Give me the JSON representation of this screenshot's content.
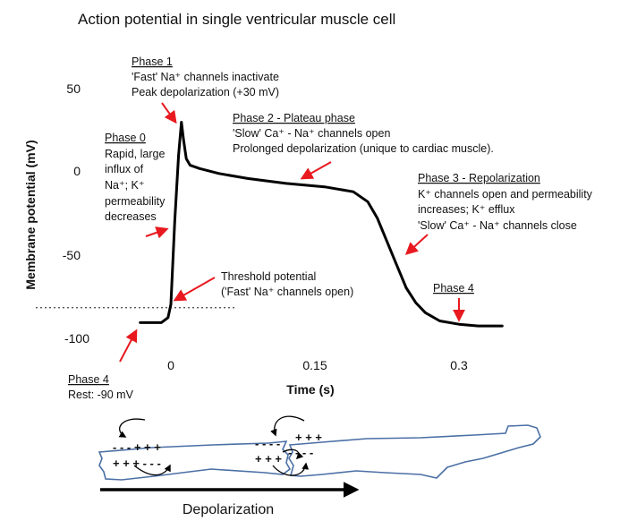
{
  "title": "Action potential in single ventricular muscle cell",
  "colors": {
    "arrow": "#e8191f",
    "curve": "#000000",
    "cell": "#4a6fa5",
    "threshold": "#555555"
  },
  "chart_data": {
    "type": "line",
    "xlabel": "Time (s)",
    "ylabel": "Membrane potential (mV)",
    "xlim": [
      -0.075,
      0.375
    ],
    "ylim": [
      -100,
      50
    ],
    "xticks": [
      "0",
      "0.15",
      "0.3"
    ],
    "yticks": [
      "50",
      "0",
      "-50",
      "-100"
    ],
    "threshold_mv": -82,
    "x": [
      -0.032,
      -0.01,
      -0.003,
      0.0,
      0.004,
      0.008,
      0.011,
      0.013,
      0.016,
      0.02,
      0.03,
      0.05,
      0.08,
      0.12,
      0.16,
      0.19,
      0.205,
      0.215,
      0.225,
      0.235,
      0.245,
      0.255,
      0.265,
      0.28,
      0.3,
      0.32,
      0.345
    ],
    "y": [
      -91,
      -91,
      -88,
      -80,
      -30,
      10,
      30,
      20,
      8,
      4,
      2,
      -1,
      -4,
      -7,
      -9,
      -12,
      -18,
      -28,
      -42,
      -56,
      -70,
      -79,
      -85,
      -90,
      -92,
      -93,
      -93
    ]
  },
  "annotations": {
    "phase1": {
      "head": "Phase 1",
      "lines": [
        "'Fast' Na⁺ channels inactivate",
        "Peak depolarization (+30 mV)"
      ]
    },
    "phase2": {
      "head": "Phase 2 - Plateau phase",
      "lines": [
        "'Slow' Ca⁺ - Na⁺ channels open",
        "Prolonged depolarization (unique to cardiac muscle)."
      ]
    },
    "phase0": {
      "head": "Phase 0",
      "lines": [
        "Rapid, large",
        "influx of",
        "Na⁺; K⁺",
        "permeability",
        "decreases"
      ]
    },
    "phase3": {
      "head": "Phase 3 - Repolarization",
      "lines": [
        "K⁺ channels open and permeability",
        "increases; K⁺ efflux",
        "'Slow' Ca⁺ - Na⁺ channels close"
      ]
    },
    "threshold": {
      "lines": [
        "Threshold potential",
        "('Fast' Na⁺ channels open)"
      ]
    },
    "phase4_right": {
      "head": "Phase 4"
    },
    "phase4_left": {
      "head": "Phase 4",
      "lines": [
        "Rest: -90 mV"
      ]
    }
  },
  "cell_diagram": {
    "charges": {
      "left_top": "- - - + + +",
      "left_bottom": "+ + + - - -",
      "mid_top1": "+ + +",
      "mid_top2": "- - - -",
      "mid_bottom1": "- - - -",
      "mid_bottom2": "+ + +"
    },
    "arrow_label": "Depolarization"
  }
}
